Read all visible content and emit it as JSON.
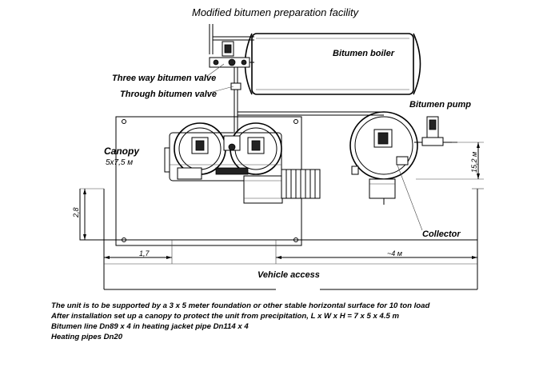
{
  "title": "Modified bitumen preparation facility",
  "labels": {
    "boiler": "Bitumen boiler",
    "three_way_valve": "Three way bitumen valve",
    "through_valve": "Through bitumen valve",
    "pump": "Bitumen pump",
    "canopy": "Canopy",
    "canopy_size": "5x7,5 м",
    "collector": "Collector",
    "vehicle_access": "Vehicle access"
  },
  "dimensions": {
    "left_vertical": "2,8",
    "bottom_left": "1,7",
    "bottom_right": "~4 м",
    "right_vertical": "15,2 м"
  },
  "notes": [
    "The unit is to be supported by a 3 x 5 meter foundation or other stable horizontal surface for 10 ton load",
    "After installation set up a canopy to protect the unit from precipitation, L x W x H = 7 x 5 x 4.5 m",
    "Bitumen line Dn89 x 4 in heating jacket pipe Dn114 x 4",
    "Heating pipes Dn20"
  ]
}
